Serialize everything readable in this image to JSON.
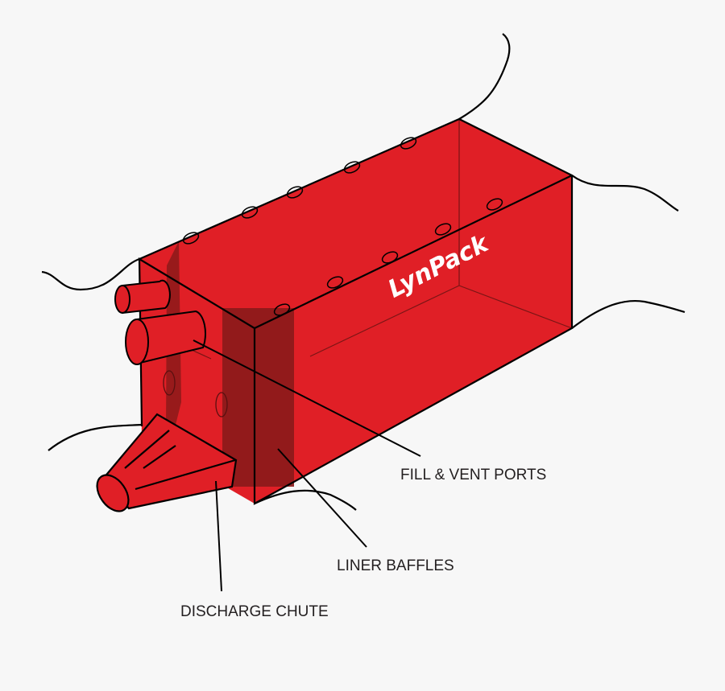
{
  "diagram": {
    "logo_text": "LynPack",
    "labels": {
      "fill_vent": "FILL & VENT PORTS",
      "liner_baffles": "LINER BAFFLES",
      "discharge_chute": "DISCHARGE CHUTE"
    },
    "colors": {
      "container": "#e01f26",
      "baffle": "#8b1a1a",
      "outline": "#000000",
      "background": "#f7f7f7"
    }
  }
}
